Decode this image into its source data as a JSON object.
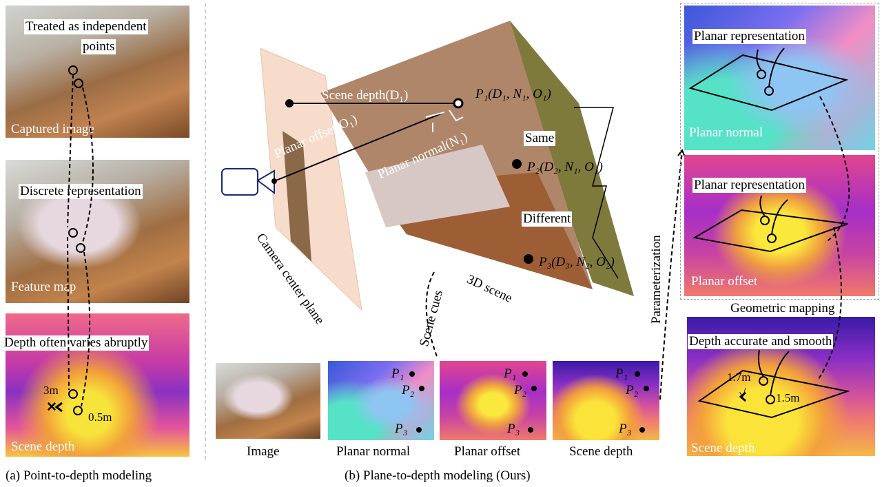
{
  "panel_a": {
    "captured_title_1": "Treated as independent",
    "captured_title_2": "points",
    "captured_label": "Captured image",
    "feature_title": "Discrete representation",
    "feature_label": "Feature map",
    "depth_title": "Depth often varies abruptly",
    "depth_label": "Scene depth",
    "val_3m": "3m",
    "val_05m": "0.5m",
    "wrong_mark": "✕",
    "caption": "(a) Point-to-depth modeling"
  },
  "panel_b": {
    "scene_depth": "Scene depth(D₁)",
    "planar_offset": "Planar offset(O₁)",
    "planar_normal": "Planar normal(N₁)",
    "p1": "P₁(D₁, N₁, O₁)",
    "p2": "P₂(D₂, N₁, O₁)",
    "p3": "P₃(D₃, N₂, O₂)",
    "same": "Same",
    "different": "Different",
    "camera_plane": "Camera center plane",
    "scene_3d": "3D scene",
    "scene_cues": "Scene cues",
    "parameterization": "Parameterization",
    "thumbs": [
      {
        "label": "Image"
      },
      {
        "label": "Planar normal",
        "points": [
          "P₁",
          "P₂",
          "P₃"
        ]
      },
      {
        "label": "Planar offset",
        "points": [
          "P₁",
          "P₂",
          "P₃"
        ]
      },
      {
        "label": "Scene depth",
        "points": [
          "P₁",
          "P₂",
          "P₃"
        ]
      }
    ],
    "caption": "(b) Plane-to-depth modeling (Ours)"
  },
  "panel_right": {
    "normal_title": "Planar representation",
    "normal_label": "Planar normal",
    "offset_title": "Planar representation",
    "offset_label": "Planar offset",
    "group_label": "Geometric mapping",
    "depth_title": "Depth accurate and smooth",
    "depth_label": "Scene depth",
    "val_17m": "1.7m",
    "val_15m": "1.5m",
    "check_mark": "√"
  },
  "colors": {
    "wall_olive": "#7d7a3c",
    "camera_plane": "#f7dccb"
  }
}
